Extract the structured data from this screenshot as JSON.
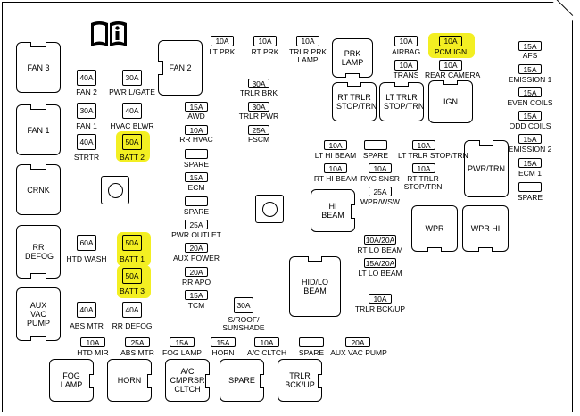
{
  "relays": {
    "fan3": "FAN 3",
    "fan1": "FAN 1",
    "crnk": "CRNK",
    "rr_defog": "RR DEFOG",
    "aux_vac_pump": "AUX VAC PUMP",
    "fan2": "FAN 2",
    "prk_lamp": "PRK LAMP",
    "rt_trlr_stop": "RT TRLR STOP/TRN",
    "lt_trlr_stop": "LT TRLR STOP/TRN",
    "ign": "IGN",
    "pwr_trn": "PWR/TRN",
    "hi_beam": "HI BEAM",
    "wpr": "WPR",
    "wpr_hi": "WPR HI",
    "hid_lo_beam": "HID/LO BEAM",
    "fog_lamp": "FOG LAMP",
    "horn": "HORN",
    "ac_cmprsr": "A/C CMPRSR CLTCH",
    "spare": "SPARE",
    "trlr_bck": "TRLR BCK/UP"
  },
  "fuses": [
    {
      "id": "fan2",
      "amp": "40A",
      "label": "FAN 2"
    },
    {
      "id": "pwr_lgate",
      "amp": "30A",
      "label": "PWR L/GATE"
    },
    {
      "id": "fan1",
      "amp": "30A",
      "label": "FAN 1"
    },
    {
      "id": "hvac_blwr",
      "amp": "40A",
      "label": "HVAC BLWR"
    },
    {
      "id": "strtr",
      "amp": "40A",
      "label": "STRTR"
    },
    {
      "id": "batt2",
      "amp": "50A",
      "label": "BATT 2"
    },
    {
      "id": "htd_wash",
      "amp": "60A",
      "label": "HTD WASH"
    },
    {
      "id": "batt1",
      "amp": "50A",
      "label": "BATT 1"
    },
    {
      "id": "batt3",
      "amp": "50A",
      "label": "BATT 3"
    },
    {
      "id": "abs_mtr_a",
      "amp": "40A",
      "label": "ABS MTR"
    },
    {
      "id": "rr_defog_f",
      "amp": "40A",
      "label": "RR DEFOG"
    },
    {
      "id": "lt_prk",
      "amp": "10A",
      "label": "LT PRK"
    },
    {
      "id": "rt_prk",
      "amp": "10A",
      "label": "RT PRK"
    },
    {
      "id": "trlr_prk",
      "amp": "10A",
      "label": "TRLR PRK LAMP"
    },
    {
      "id": "airbag",
      "amp": "10A",
      "label": "AIRBAG"
    },
    {
      "id": "pcm_ign",
      "amp": "10A",
      "label": "PCM IGN"
    },
    {
      "id": "trans",
      "amp": "10A",
      "label": "TRANS"
    },
    {
      "id": "rear_cam",
      "amp": "10A",
      "label": "REAR CAMERA"
    },
    {
      "id": "trlr_brk",
      "amp": "30A",
      "label": "TRLR BRK"
    },
    {
      "id": "trlr_pwr",
      "amp": "30A",
      "label": "TRLR PWR"
    },
    {
      "id": "fscm",
      "amp": "25A",
      "label": "FSCM"
    },
    {
      "id": "awd",
      "amp": "15A",
      "label": "AWD"
    },
    {
      "id": "rr_hvac",
      "amp": "10A",
      "label": "RR HVAC"
    },
    {
      "id": "spare1",
      "amp": "",
      "label": "SPARE"
    },
    {
      "id": "ecm",
      "amp": "15A",
      "label": "ECM"
    },
    {
      "id": "spare2",
      "amp": "",
      "label": "SPARE"
    },
    {
      "id": "pwr_outlet",
      "amp": "25A",
      "label": "PWR OUTLET"
    },
    {
      "id": "aux_power",
      "amp": "20A",
      "label": "AUX POWER"
    },
    {
      "id": "rr_apo",
      "amp": "20A",
      "label": "RR APO"
    },
    {
      "id": "tcm",
      "amp": "15A",
      "label": "TCM"
    },
    {
      "id": "sroof",
      "amp": "30A",
      "label": "S/ROOF/ SUNSHADE"
    },
    {
      "id": "lt_hi",
      "amp": "10A",
      "label": "LT HI BEAM"
    },
    {
      "id": "spare3",
      "amp": "",
      "label": "SPARE"
    },
    {
      "id": "lt_trlr",
      "amp": "10A",
      "label": "LT TRLR STOP/TRN"
    },
    {
      "id": "rt_hi",
      "amp": "10A",
      "label": "RT HI BEAM"
    },
    {
      "id": "rvc",
      "amp": "10A",
      "label": "RVC SNSR"
    },
    {
      "id": "rt_trlr",
      "amp": "10A",
      "label": "RT TRLR STOP/TRN"
    },
    {
      "id": "wpr_wsw",
      "amp": "25A",
      "label": "WPR/WSW"
    },
    {
      "id": "rt_lo",
      "amp": "10A/20A",
      "label": "RT LO BEAM"
    },
    {
      "id": "lt_lo",
      "amp": "15A/20A",
      "label": "LT LO BEAM"
    },
    {
      "id": "trlr_bck",
      "amp": "10A",
      "label": "TRLR BCK/UP"
    },
    {
      "id": "afs",
      "amp": "15A",
      "label": "AFS"
    },
    {
      "id": "em1",
      "amp": "15A",
      "label": "EMISSION 1"
    },
    {
      "id": "even",
      "amp": "15A",
      "label": "EVEN COILS"
    },
    {
      "id": "odd",
      "amp": "15A",
      "label": "ODD COILS"
    },
    {
      "id": "em2",
      "amp": "15A",
      "label": "EMISSION 2"
    },
    {
      "id": "ecm1",
      "amp": "15A",
      "label": "ECM 1"
    },
    {
      "id": "spare4",
      "amp": "",
      "label": "SPARE"
    },
    {
      "id": "htd_mir",
      "amp": "10A",
      "label": "HTD MIR"
    },
    {
      "id": "abs_mtr_b",
      "amp": "25A",
      "label": "ABS MTR"
    },
    {
      "id": "fog",
      "amp": "15A",
      "label": "FOG LAMP"
    },
    {
      "id": "horn_f",
      "amp": "15A",
      "label": "HORN"
    },
    {
      "id": "ac_clt",
      "amp": "10A",
      "label": "A/C CLTCH"
    },
    {
      "id": "spare5",
      "amp": "",
      "label": "SPARE"
    },
    {
      "id": "aux_vac",
      "amp": "20A",
      "label": "AUX VAC PUMP"
    }
  ],
  "colors": {
    "highlight": "#f3ef22"
  },
  "icons": [
    "info-book-icon"
  ]
}
